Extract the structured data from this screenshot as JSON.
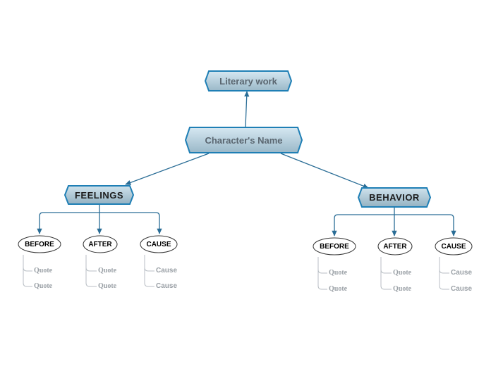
{
  "diagram": {
    "top": {
      "label": "Literary work"
    },
    "center": {
      "label": "Character's Name"
    },
    "feelings": {
      "label": "FEELINGS",
      "before": {
        "label": "BEFORE",
        "items": [
          "Quote",
          "Quote"
        ]
      },
      "after": {
        "label": "AFTER",
        "items": [
          "Quote",
          "Quote"
        ]
      },
      "cause": {
        "label": "CAUSE",
        "items": [
          "Cause",
          "Cause"
        ]
      }
    },
    "behavior": {
      "label": "BEHAVIOR",
      "before": {
        "label": "BEFORE",
        "items": [
          "Quote",
          "Quote"
        ]
      },
      "after": {
        "label": "AFTER",
        "items": [
          "Quote",
          "Quote"
        ]
      },
      "cause": {
        "label": "CAUSE",
        "items": [
          "Cause",
          "Cause"
        ]
      }
    }
  },
  "colors": {
    "connector": "#2a6d96",
    "node_border": "#1f7fb5",
    "node_fill_top": "#d6e8f2",
    "node_fill_bottom": "#9ab8c8",
    "leaf_line": "#b8bec4",
    "leaf_text": "#9aa0a6"
  }
}
